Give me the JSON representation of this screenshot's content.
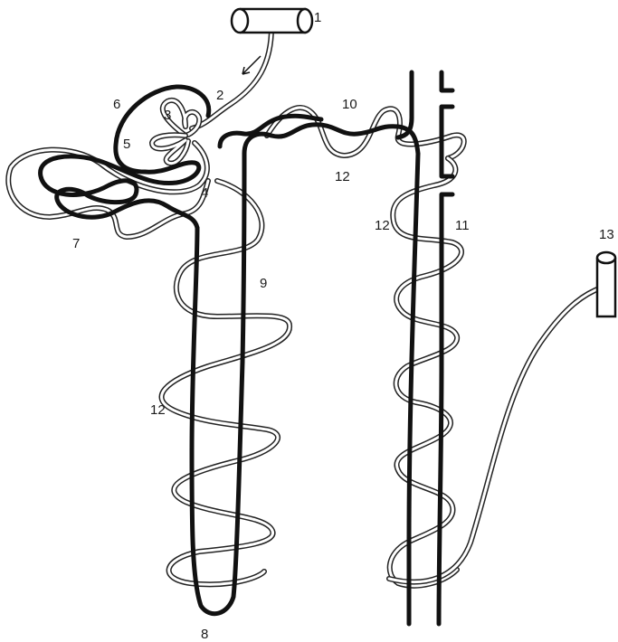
{
  "labels": {
    "l1": "1",
    "l2": "2",
    "l3": "3",
    "l4": "4",
    "l5": "5",
    "l6": "6",
    "l7": "7",
    "l8": "8",
    "l9": "9",
    "l10": "10",
    "l11": "11",
    "l12a": "12",
    "l12b": "12",
    "l12c": "12",
    "l13": "13"
  },
  "colors": {
    "line": "#111111",
    "background": "#ffffff"
  }
}
